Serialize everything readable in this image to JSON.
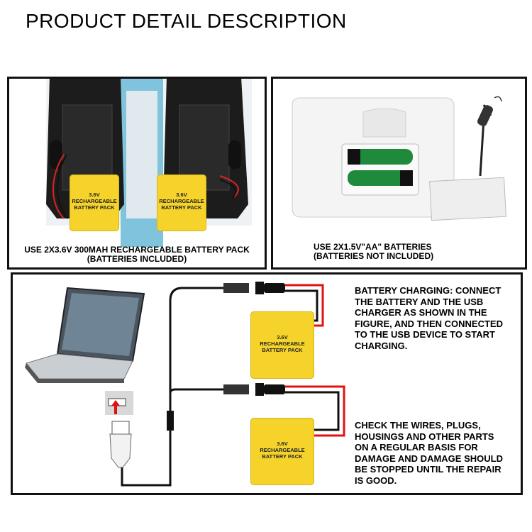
{
  "page": {
    "title": "PRODUCT DETAIL DESCRIPTION"
  },
  "panel_left": {
    "caption_line1": "USE 2X3.6V 300MAH RECHARGEABLE BATTERY PACK",
    "caption_line2": "(BATTERIES INCLUDED)",
    "pack_label": [
      "3.6V",
      "RECHARGEABLE",
      "BATTERY PACK"
    ]
  },
  "panel_right": {
    "caption_line1": "USE 2X1.5V\"AA\" BATTERIES",
    "caption_line2": "(BATTERIES NOT INCLUDED)"
  },
  "panel_bottom": {
    "pack_label": [
      "3.6V",
      "RECHARGEABLE",
      "BATTERY PACK"
    ],
    "note_charging": [
      "BATTERY CHARGING: CONNECT",
      "THE BATTERY AND THE USB",
      "CHARGER AS SHOWN IN THE",
      "FIGURE, AND THEN CONNECTED",
      "TO THE USB DEVICE TO START",
      "CHARGING."
    ],
    "note_check": [
      "CHECK THE WIRES, PLUGS,",
      "HOUSINGS AND OTHER PARTS",
      "ON A REGULAR BASIS FOR",
      "DAMAGE AND DAMAGE SHOULD",
      "BE STOPPED UNTIL THE REPAIR",
      "IS GOOD."
    ]
  }
}
